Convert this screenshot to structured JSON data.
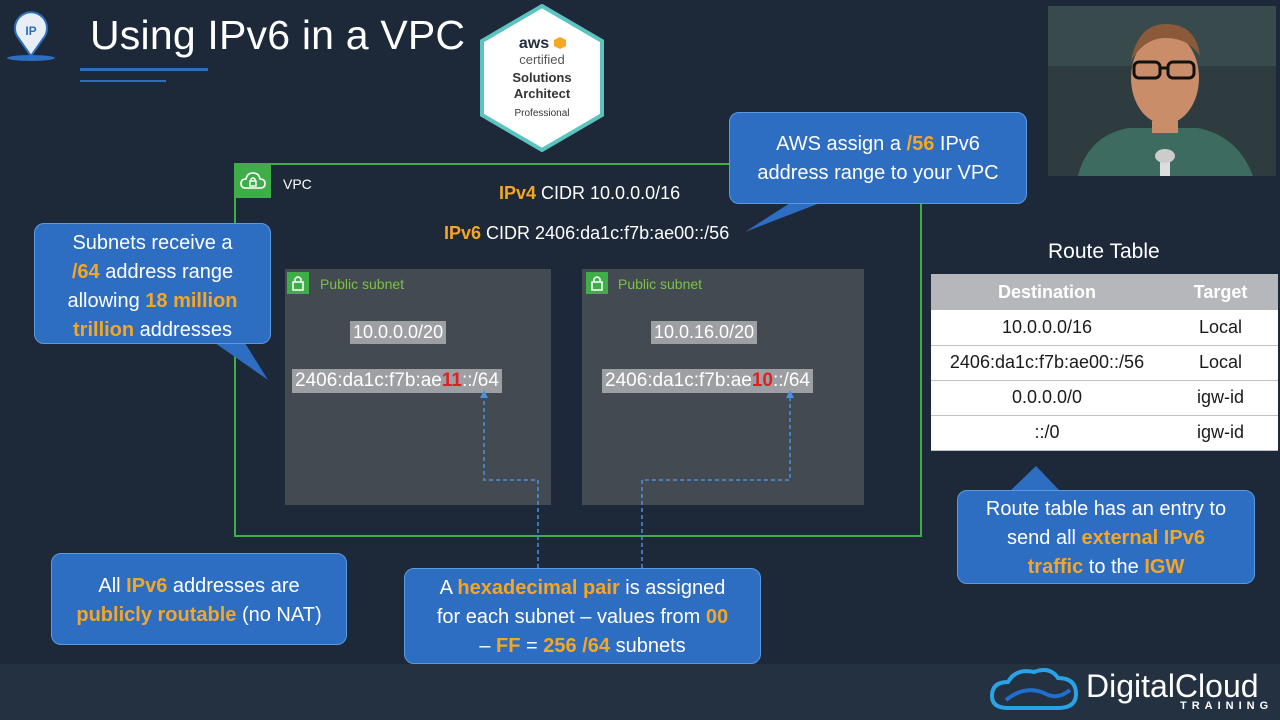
{
  "slide": {
    "title": "Using IPv6 in a VPC"
  },
  "logo_ip": "IP",
  "badge": {
    "line1": "aws",
    "line2": "certified",
    "line3": "Solutions",
    "line4": "Architect",
    "line5": "Professional"
  },
  "vpc": {
    "label": "VPC",
    "ipv4_prefix": "IPv4",
    "ipv4_value": " CIDR 10.0.0.0/16",
    "ipv6_prefix": "IPv6",
    "ipv6_value": " CIDR 2406:da1c:f7b:ae00::/56"
  },
  "subnets": [
    {
      "label": "Public subnet",
      "ipv4": "10.0.0.0/20",
      "ipv6_pre": "2406:da1c:f7b:ae",
      "ipv6_hex": "11",
      "ipv6_post": "::/64"
    },
    {
      "label": "Public subnet",
      "ipv4": "10.0.16.0/20",
      "ipv6_pre": "2406:da1c:f7b:ae",
      "ipv6_hex": "10",
      "ipv6_post": "::/64"
    }
  ],
  "callouts": {
    "subnets": {
      "l1": "Subnets receive a",
      "l2a": "/64",
      "l2b": " address range",
      "l3a": "allowing ",
      "l3b": "18 million",
      "l4a": "trillion",
      "l4b": " addresses"
    },
    "aws": {
      "l1a": "AWS assign a ",
      "l1b": "/56",
      "l1c": " IPv6",
      "l2": "address range to your VPC"
    },
    "public": {
      "l1a": "All ",
      "l1b": "IPv6",
      "l1c": " addresses are",
      "l2a": "publicly routable",
      "l2b": " (no NAT)"
    },
    "hex": {
      "l1a": "A ",
      "l1b": "hexadecimal pair",
      "l1c": " is assigned",
      "l2a": "for each subnet – values from ",
      "l2b": "00",
      "l3a": "– ",
      "l3b": "FF",
      "l3c": " = ",
      "l3d": "256 /64",
      "l3e": " subnets"
    },
    "route": {
      "l1": "Route table has an entry to",
      "l2a": "send all ",
      "l2b": "external IPv6",
      "l3a": "traffic",
      "l3b": " to the ",
      "l3c": "IGW"
    }
  },
  "route_table": {
    "title": "Route Table",
    "headers": [
      "Destination",
      "Target"
    ],
    "rows": [
      [
        "10.0.0.0/16",
        "Local"
      ],
      [
        "2406:da1c:f7b:ae00::/56",
        "Local"
      ],
      [
        "0.0.0.0/0",
        "igw-id"
      ],
      [
        "::/0",
        "igw-id"
      ]
    ]
  },
  "brand": {
    "name": "DigitalCloud",
    "sub": "TRAINING"
  },
  "colors": {
    "background": "#1d2838",
    "callout_blue": "#2d6dc2",
    "highlight_orange": "#f5a623",
    "vpc_green": "#3fae49",
    "hex_red": "#e02020"
  }
}
